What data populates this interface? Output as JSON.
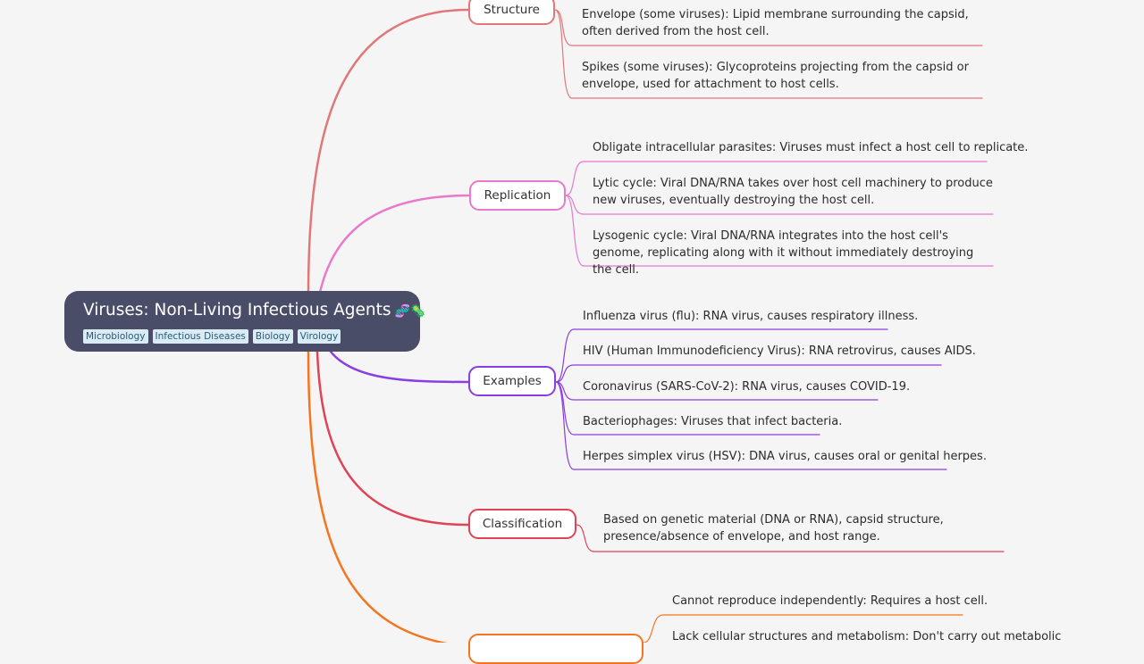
{
  "root": {
    "title": "Viruses: Non-Living Infectious Agents",
    "icons": "🧬🦠",
    "tags": [
      "Microbiology",
      "Infectious Diseases",
      "Biology",
      "Virology"
    ]
  },
  "branches": {
    "structure": {
      "label": "Structure",
      "color": "#e0787a",
      "items": [
        "Envelope (some viruses): Lipid membrane surrounding the capsid, often derived from the host cell.",
        "Spikes (some viruses): Glycoproteins projecting from the capsid or envelope, used for attachment to host cells."
      ]
    },
    "replication": {
      "label": "Replication",
      "color": "#e879cc",
      "items": [
        "Obligate intracellular parasites: Viruses must infect a host cell to replicate.",
        "Lytic cycle: Viral DNA/RNA takes over host cell machinery to produce new viruses, eventually destroying the host cell.",
        "Lysogenic cycle: Viral DNA/RNA integrates into the host cell's genome, replicating along with it without immediately destroying the cell."
      ]
    },
    "examples": {
      "label": "Examples",
      "color": "#8a3de0",
      "items": [
        "Influenza virus (flu): RNA virus, causes respiratory illness.",
        "HIV (Human Immunodeficiency Virus): RNA retrovirus, causes AIDS.",
        "Coronavirus (SARS-CoV-2): RNA virus, causes COVID-19.",
        "Bacteriophages: Viruses that infect bacteria.",
        "Herpes simplex virus (HSV): DNA virus, causes oral or genital herpes."
      ]
    },
    "classification": {
      "label": "Classification",
      "color": "#e04256",
      "items": [
        "Based on genetic material (DNA or RNA), capsid structure, presence/absence of envelope, and host range."
      ]
    },
    "properties": {
      "label": "",
      "color": "#f5751f",
      "items": [
        "Cannot reproduce independently: Requires a host cell.",
        "Lack cellular structures and metabolism: Don't carry out metabolic"
      ]
    }
  }
}
